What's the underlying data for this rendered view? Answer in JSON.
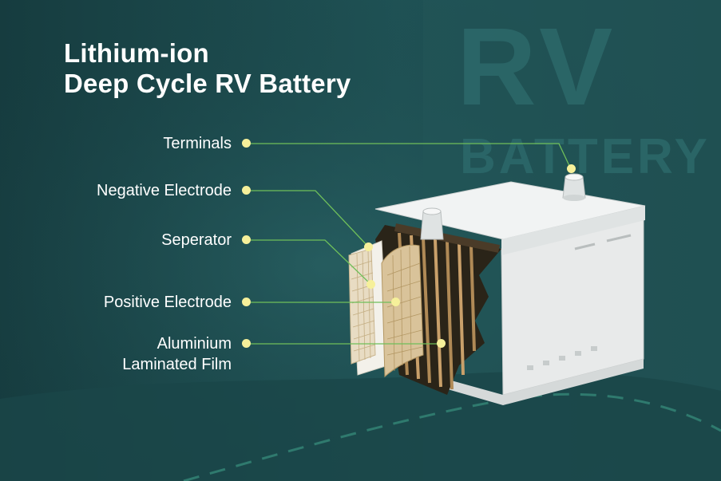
{
  "title": {
    "line1": "Lithium-ion",
    "line2": "Deep Cycle RV Battery"
  },
  "watermark": {
    "line1": "RV",
    "line2": "BATTERY"
  },
  "callouts": [
    {
      "id": "terminals",
      "text": "Terminals"
    },
    {
      "id": "negative-electrode",
      "text": "Negative Electrode"
    },
    {
      "id": "seperator",
      "text": "Seperator"
    },
    {
      "id": "positive-electrode",
      "text": "Positive Electrode"
    },
    {
      "id": "aluminium-laminated-film",
      "line1": "Aluminium",
      "line2": "Laminated Film"
    }
  ],
  "colors": {
    "background": "#1d4a4d",
    "leader_line": "#6fbf5a",
    "marker": "#f6f09a",
    "text": "#ffffff"
  }
}
